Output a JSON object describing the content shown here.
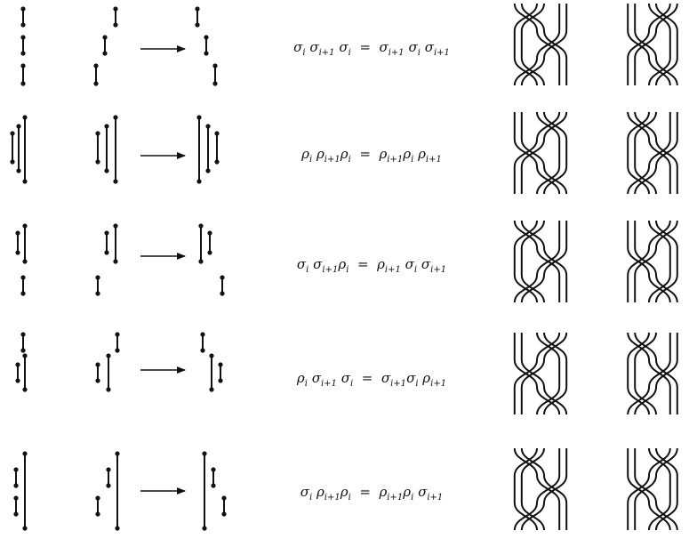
{
  "relations": [
    {
      "left": [
        "σ",
        "σ",
        "σ"
      ],
      "right": [
        "σ",
        "σ",
        "σ"
      ]
    },
    {
      "left": [
        "ρ",
        "ρ",
        "ρ"
      ],
      "right": [
        "ρ",
        "ρ",
        "ρ"
      ]
    },
    {
      "left": [
        "σ",
        "σ",
        "ρ"
      ],
      "right": [
        "ρ",
        "σ",
        "σ"
      ]
    },
    {
      "left": [
        "ρ",
        "σ",
        "σ"
      ],
      "right": [
        "σ",
        "σ",
        "ρ"
      ]
    },
    {
      "left": [
        "σ",
        "ρ",
        "ρ"
      ],
      "right": [
        "ρ",
        "ρ",
        "σ"
      ]
    }
  ],
  "subscripts": [
    "i",
    "i+1",
    "i"
  ],
  "equals": "=",
  "colors": {
    "ink": "#111111",
    "background": "#ffffff"
  }
}
